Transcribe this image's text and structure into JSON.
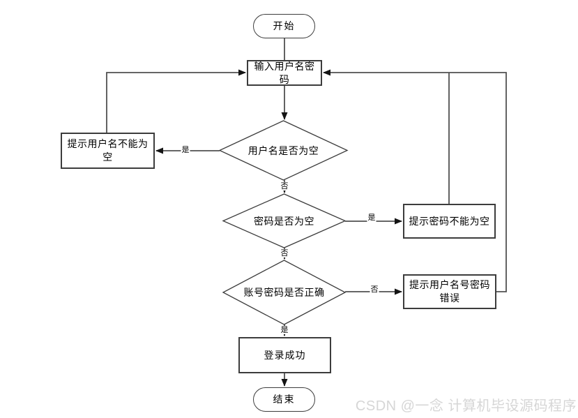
{
  "colors": {
    "connector": "#515151",
    "node_border": "#3c3c3c",
    "arrowhead": "#141414",
    "text": "#000000",
    "watermark": "#d6d6d6"
  },
  "diagram": {
    "nodes": {
      "start": {
        "label": "开始"
      },
      "input": {
        "label": "输入用户名密码"
      },
      "check_username": {
        "label": "用户名是否为空"
      },
      "prompt_username_empty": {
        "label": "提示用户名不能为空"
      },
      "check_password": {
        "label": "密码是否为空"
      },
      "prompt_password_empty": {
        "label": "提示密码不能为空"
      },
      "check_credentials": {
        "label": "账号密码是否正确"
      },
      "prompt_credentials_wrong": {
        "label": "提示用户名号密码错误"
      },
      "login_success": {
        "label": "登录成功"
      },
      "end": {
        "label": "结束"
      }
    },
    "edges": {
      "check_username_yes": {
        "label": "是"
      },
      "check_username_no": {
        "label": "否"
      },
      "check_password_yes": {
        "label": "是"
      },
      "check_password_no": {
        "label": "否"
      },
      "check_credentials_no": {
        "label": "否"
      },
      "check_credentials_yes": {
        "label": "是"
      }
    }
  },
  "watermark": {
    "text": "CSDN @一念 计算机毕设源码程序"
  }
}
